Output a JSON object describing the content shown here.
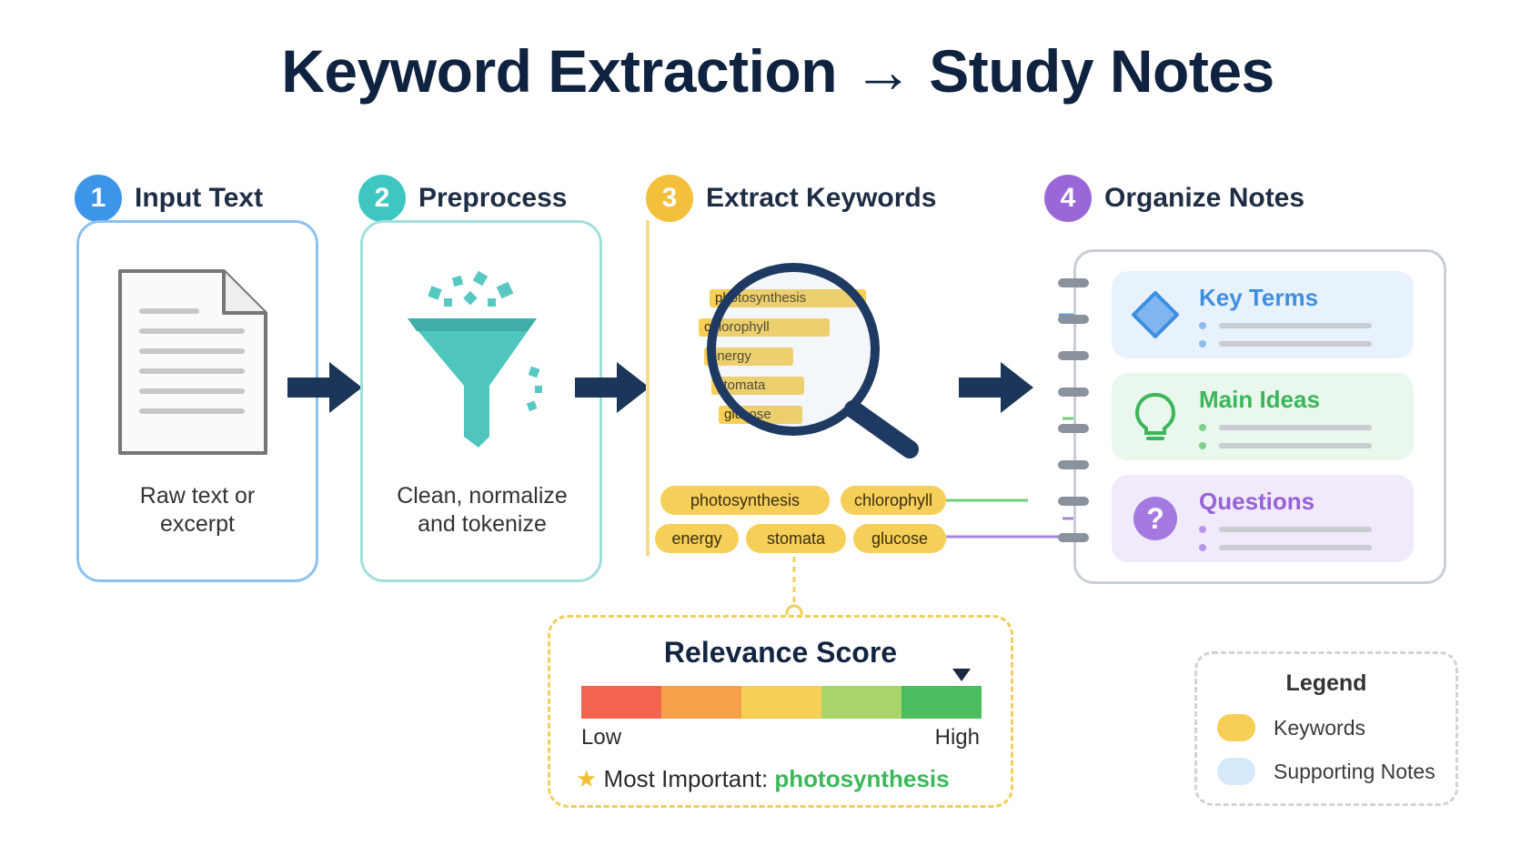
{
  "title": "Keyword Extraction → Study Notes",
  "steps": [
    {
      "number": "1",
      "label": "Input Text",
      "color": "#3d95ea"
    },
    {
      "number": "2",
      "label": "Preprocess",
      "color": "#3ec7c2"
    },
    {
      "number": "3",
      "label": "Extract Keywords",
      "color": "#f4bf3b"
    },
    {
      "number": "4",
      "label": "Organize Notes",
      "color": "#9a67d8"
    }
  ],
  "input_caption": [
    "Raw text or",
    "excerpt"
  ],
  "preprocess_caption": [
    "Clean, normalize",
    "and tokenize"
  ],
  "keyword_strips": [
    "photosynthesis",
    "chlorophyll",
    "energy",
    "stomata",
    "glucose"
  ],
  "keyword_chips": [
    "photosynthesis",
    "chlorophyll",
    "energy",
    "stomata",
    "glucose"
  ],
  "notes": [
    {
      "title": "Key Terms",
      "color": "#3f8fe0",
      "bg": "#e8f2fd",
      "icon": "diamond-icon"
    },
    {
      "title": "Main Ideas",
      "color": "#3db55b",
      "bg": "#e9f7ec",
      "icon": "lightbulb-icon"
    },
    {
      "title": "Questions",
      "color": "#9762d8",
      "bg": "#f1eafb",
      "icon": "question-icon"
    }
  ],
  "relevance": {
    "title": "Relevance Score",
    "low_label": "Low",
    "high_label": "High",
    "scale_colors": [
      "#f2644f",
      "#f7a04a",
      "#f6cf55",
      "#a9d46a",
      "#4cbd5f"
    ],
    "level": 0.95,
    "most_important_label": "Most Important:",
    "most_important_value": "photosynthesis"
  },
  "legend": {
    "title": "Legend",
    "items": [
      {
        "label": "Keywords",
        "color": "#f6cf55"
      },
      {
        "label": "Supporting Notes",
        "color": "#d6e9fb"
      }
    ]
  }
}
